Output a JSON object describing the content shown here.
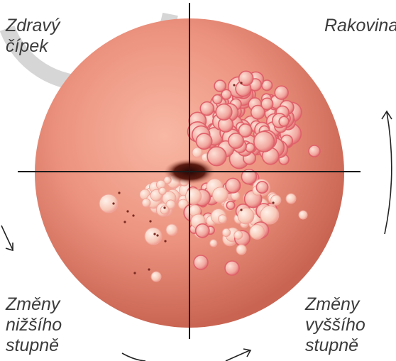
{
  "labels": {
    "top_left": [
      "Zdravý",
      "čípek"
    ],
    "top_right": [
      "Rakovina"
    ],
    "bottom_left": [
      "Změny",
      "nižšího",
      "stupně"
    ],
    "bottom_right": [
      "Změny",
      "vyššího",
      "stupně"
    ]
  },
  "colors": {
    "cervix_base": "#e98a78",
    "cervix_highlight": "#f8b8a4",
    "os": "#4a1208",
    "lesion_fill": "#fbd3c4",
    "lesion_rim": "#e8747a",
    "cross_lines": "#1a1a1a",
    "text": "#3c3c3c"
  }
}
